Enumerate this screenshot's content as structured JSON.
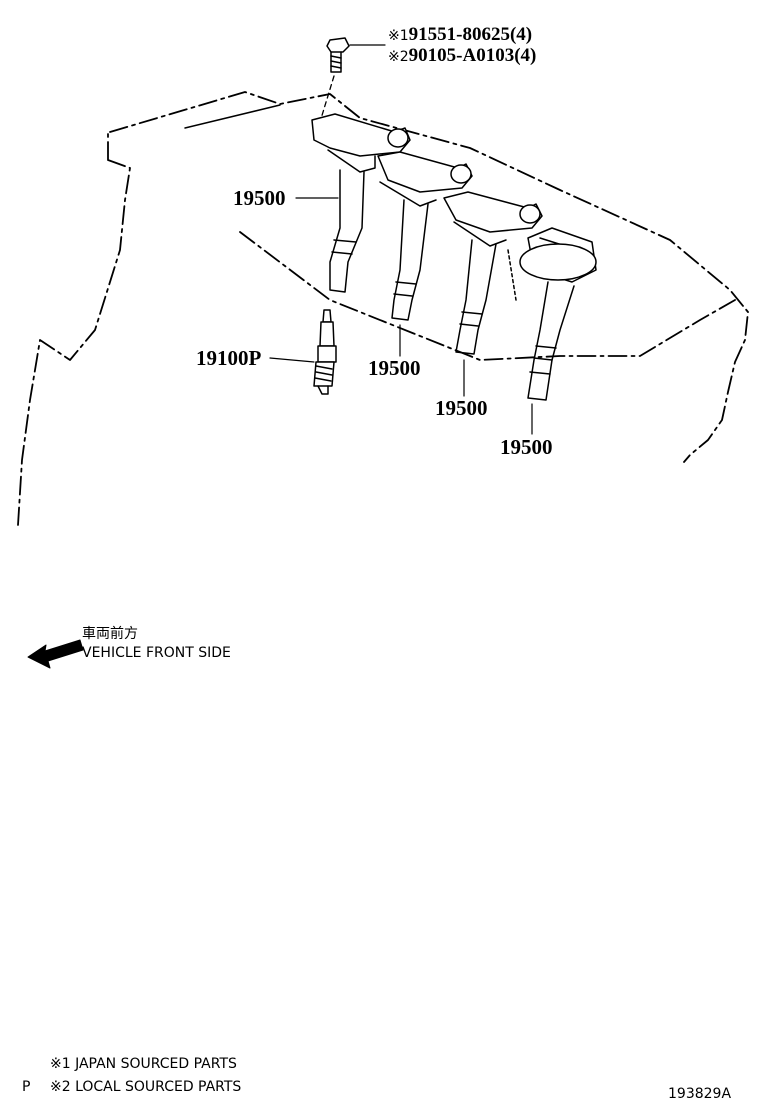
{
  "callouts": {
    "bolt_japan_marker": "※1",
    "bolt_japan_part": "91551-80625(4)",
    "bolt_local_marker": "※2",
    "bolt_local_part": "90105-A0103(4)",
    "coil_1": "19500",
    "coil_2": "19500",
    "coil_3": "19500",
    "coil_4": "19500",
    "spark_plug": "19100P"
  },
  "direction": {
    "japanese": "車両前方",
    "english": "VEHICLE FRONT SIDE"
  },
  "footnotes": {
    "prefix": "P",
    "note_1": "※1 JAPAN SOURCED PARTS",
    "note_2": "※2 LOCAL SOURCED PARTS"
  },
  "illustration_id": "193829A"
}
